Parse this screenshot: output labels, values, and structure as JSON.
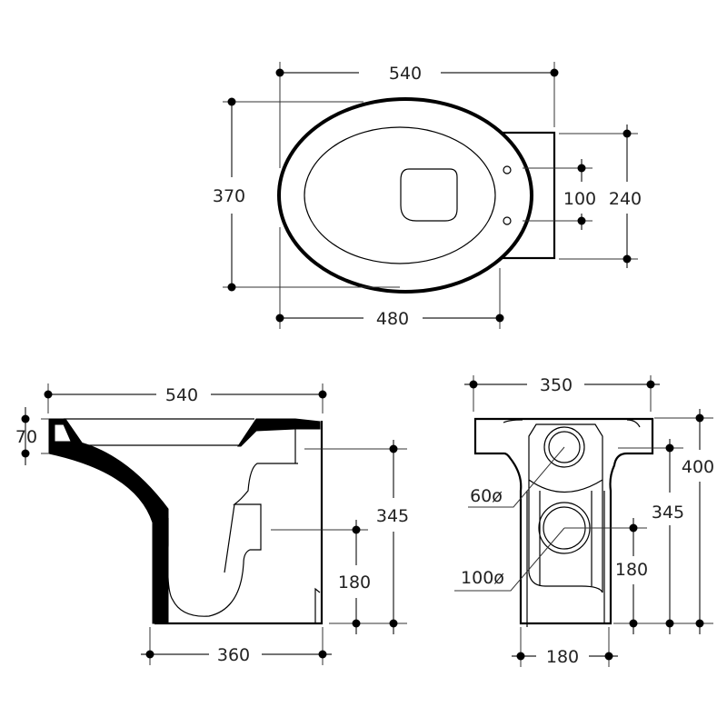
{
  "top_view": {
    "width_overall": "540",
    "depth": "370",
    "bowl_width": "480",
    "tank_width": "240",
    "fixing_holes": "100"
  },
  "side_view": {
    "length": "540",
    "rim_height": "70",
    "outlet_height": "345",
    "trap_height": "180",
    "base_length": "360"
  },
  "rear_view": {
    "width": "350",
    "height": "400",
    "outlet_height": "345",
    "trap_height": "180",
    "base_width": "180",
    "inlet_diameter": "60ø",
    "outlet_diameter": "100ø"
  }
}
